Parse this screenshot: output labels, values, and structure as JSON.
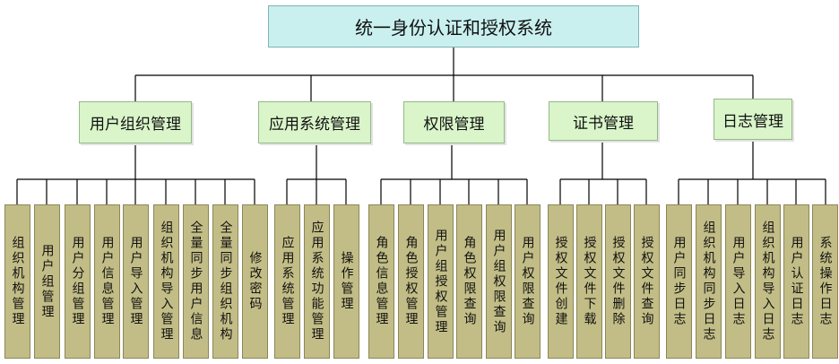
{
  "root": {
    "label": "统一身份认证和授权系统"
  },
  "categories": [
    {
      "label": "用户组织管理",
      "items": [
        "组织机构管理",
        "用户组管理",
        "用户分组管理",
        "用户信息管理",
        "用户导入管理",
        "组织机构导入管理",
        "全量同步用户信息",
        "全量同步组织机构",
        "修改密码"
      ]
    },
    {
      "label": "应用系统管理",
      "items": [
        "应用系统管理",
        "应用系统功能管理",
        "操作管理"
      ]
    },
    {
      "label": "权限管理",
      "items": [
        "角色信息管理",
        "角色授权管理",
        "用户组授权管理",
        "角色权限查询",
        "用户组权限查询",
        "用户权限查询"
      ]
    },
    {
      "label": "证书管理",
      "items": [
        "授权文件创建",
        "授权文件下载",
        "授权文件删除",
        "授权文件查询"
      ]
    },
    {
      "label": "日志管理",
      "items": [
        "用户同步日志",
        "组织机构同步日志",
        "用户导入日志",
        "组织机构导入日志",
        "用户认证日志",
        "系统操作日志"
      ]
    }
  ]
}
